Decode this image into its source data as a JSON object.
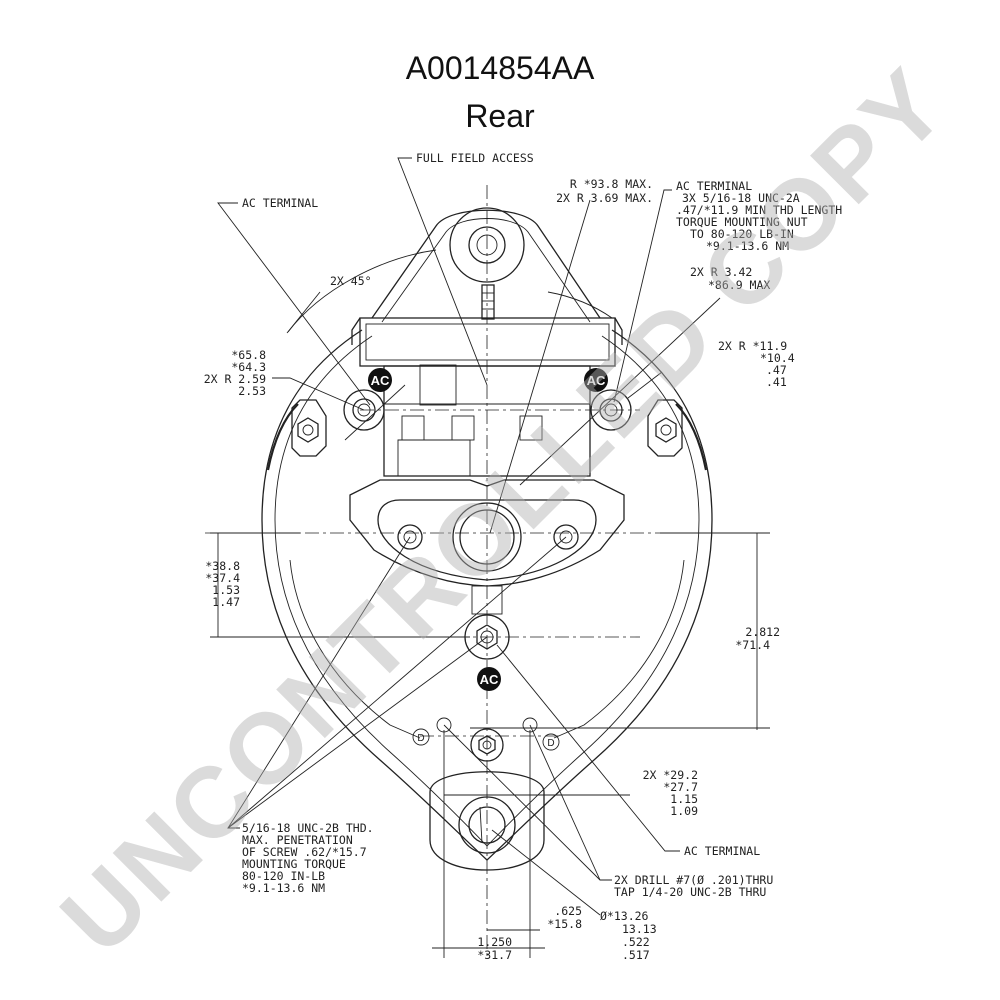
{
  "title": {
    "part_number": "A0014854AA",
    "view": "Rear"
  },
  "watermark": "UNCONTROLLED COPY",
  "badges": {
    "ac": "AC",
    "d": "D"
  },
  "callouts": {
    "full_field_access": "FULL FIELD ACCESS",
    "ac_terminal_left": "AC TERMINAL",
    "radius_max": [
      "R *93.8 MAX.",
      "2X R 3.69 MAX."
    ],
    "ac_terminal_right": [
      "AC TERMINAL",
      "3X 5/16-18 UNC-2A",
      ".47/*11.9 MIN THD LENGTH",
      "TORQUE MOUNTING NUT",
      "TO 80-120 LB-IN",
      "*9.1-13.6 NM"
    ],
    "angle": "2X 45°",
    "radius_342": [
      "2X R 3.42",
      "*86.9 MAX"
    ],
    "radius_left": [
      "*65.8",
      "*64.3",
      "2X R 2.59",
      "2.53"
    ],
    "radius_right": [
      "2X R *11.9",
      "*10.4",
      ".47",
      ".41"
    ],
    "vertical_left": [
      "*38.8",
      "*37.4",
      "1.53",
      "1.47"
    ],
    "vertical_right": [
      "2.812",
      "*71.4"
    ],
    "horizontal_292": [
      "2X *29.2",
      "*27.7",
      "1.15",
      "1.09"
    ],
    "thread_note": [
      "5/16-18 UNC-2B THD.",
      "MAX. PENETRATION",
      "OF SCREW .62/*15.7",
      "MOUNTING TORQUE",
      "80-120 IN-LB",
      "*9.1-13.6 NM"
    ],
    "ac_terminal_bottom": "AC TERMINAL",
    "drill_note": [
      "2X DRILL #7(Ø .201)THRU",
      "TAP 1/4-20 UNC-2B THRU"
    ],
    "dim_625": [
      ".625",
      "*15.8"
    ],
    "dim_1250": [
      "1.250",
      "*31.7"
    ],
    "dia_1326": [
      "Ø*13.26",
      "13.13",
      ".522",
      ".517"
    ]
  }
}
